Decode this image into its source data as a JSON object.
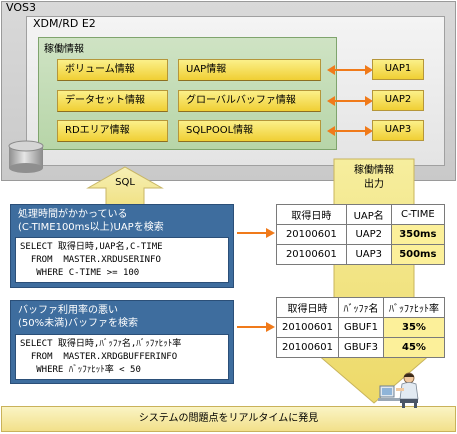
{
  "vos3_label": "VOS3",
  "xdm_label": "XDM/RD E2",
  "kado_label": "稼働情報",
  "info_items": {
    "volume": "ボリューム情報",
    "uap": "UAP情報",
    "dataset": "データセット情報",
    "global_buffer": "グローバルバッファ情報",
    "rd_area": "RDエリア情報",
    "sqlpool": "SQLPOOL情報"
  },
  "uap_boxes": [
    "UAP1",
    "UAP2",
    "UAP3"
  ],
  "sql_label": "SQL",
  "output_label_1": "稼働情報",
  "output_label_2": "出力",
  "query1": {
    "title_1": "処理時間がかかっている",
    "title_2": "(C-TIME100ms以上)UAPを検索",
    "code": [
      "SELECT 取得日時,UAP名,C-TIME",
      "  FROM  MASTER.XRDUSERINFO",
      "   WHERE C-TIME >= 100"
    ]
  },
  "query2": {
    "title_1": "バッファ利用率の悪い",
    "title_2": "(50%未満)バッファを検索",
    "code": [
      "SELECT 取得日時,ﾊﾞｯﾌｧ名,ﾊﾞｯﾌｧﾋｯﾄ率",
      "  FROM  MASTER.XRDGBUFFERINFO",
      "   WHERE ﾊﾞｯﾌｧﾋｯﾄ率 < 50"
    ]
  },
  "table1": {
    "headers": [
      "取得日時",
      "UAP名",
      "C-TIME"
    ],
    "rows": [
      [
        "20100601",
        "UAP2",
        "350ms"
      ],
      [
        "20100601",
        "UAP3",
        "500ms"
      ]
    ]
  },
  "table2": {
    "headers": [
      "取得日時",
      "ﾊﾞｯﾌｧ名",
      "ﾊﾞｯﾌｧﾋｯﾄ率"
    ],
    "rows": [
      [
        "20100601",
        "GBUF1",
        "35%"
      ],
      [
        "20100601",
        "GBUF3",
        "45%"
      ]
    ]
  },
  "bottom_text": "システムの問題点をリアルタイムに発見"
}
